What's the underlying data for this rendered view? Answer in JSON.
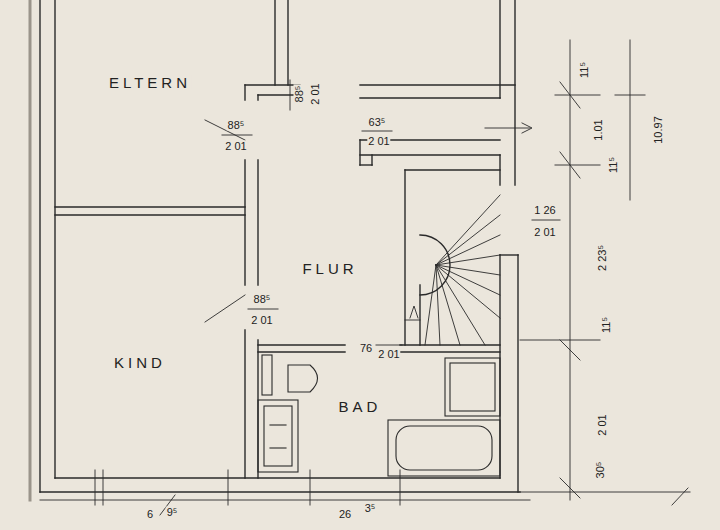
{
  "diagram": {
    "labels": [
      "ELTERN",
      "88⁵",
      "2 01",
      "63⁵",
      "2 01",
      "88⁵",
      "2 01",
      "11⁵",
      "1.01",
      "11⁵",
      "10.97",
      "1 26",
      "2 01",
      "2 23⁵",
      "FLUR",
      "88⁵",
      "2 01",
      "KIND",
      "76",
      "2 01",
      "BAD",
      "11⁵",
      "2 01",
      "30⁵",
      "6",
      "9⁵",
      "26",
      "3⁵"
    ]
  }
}
